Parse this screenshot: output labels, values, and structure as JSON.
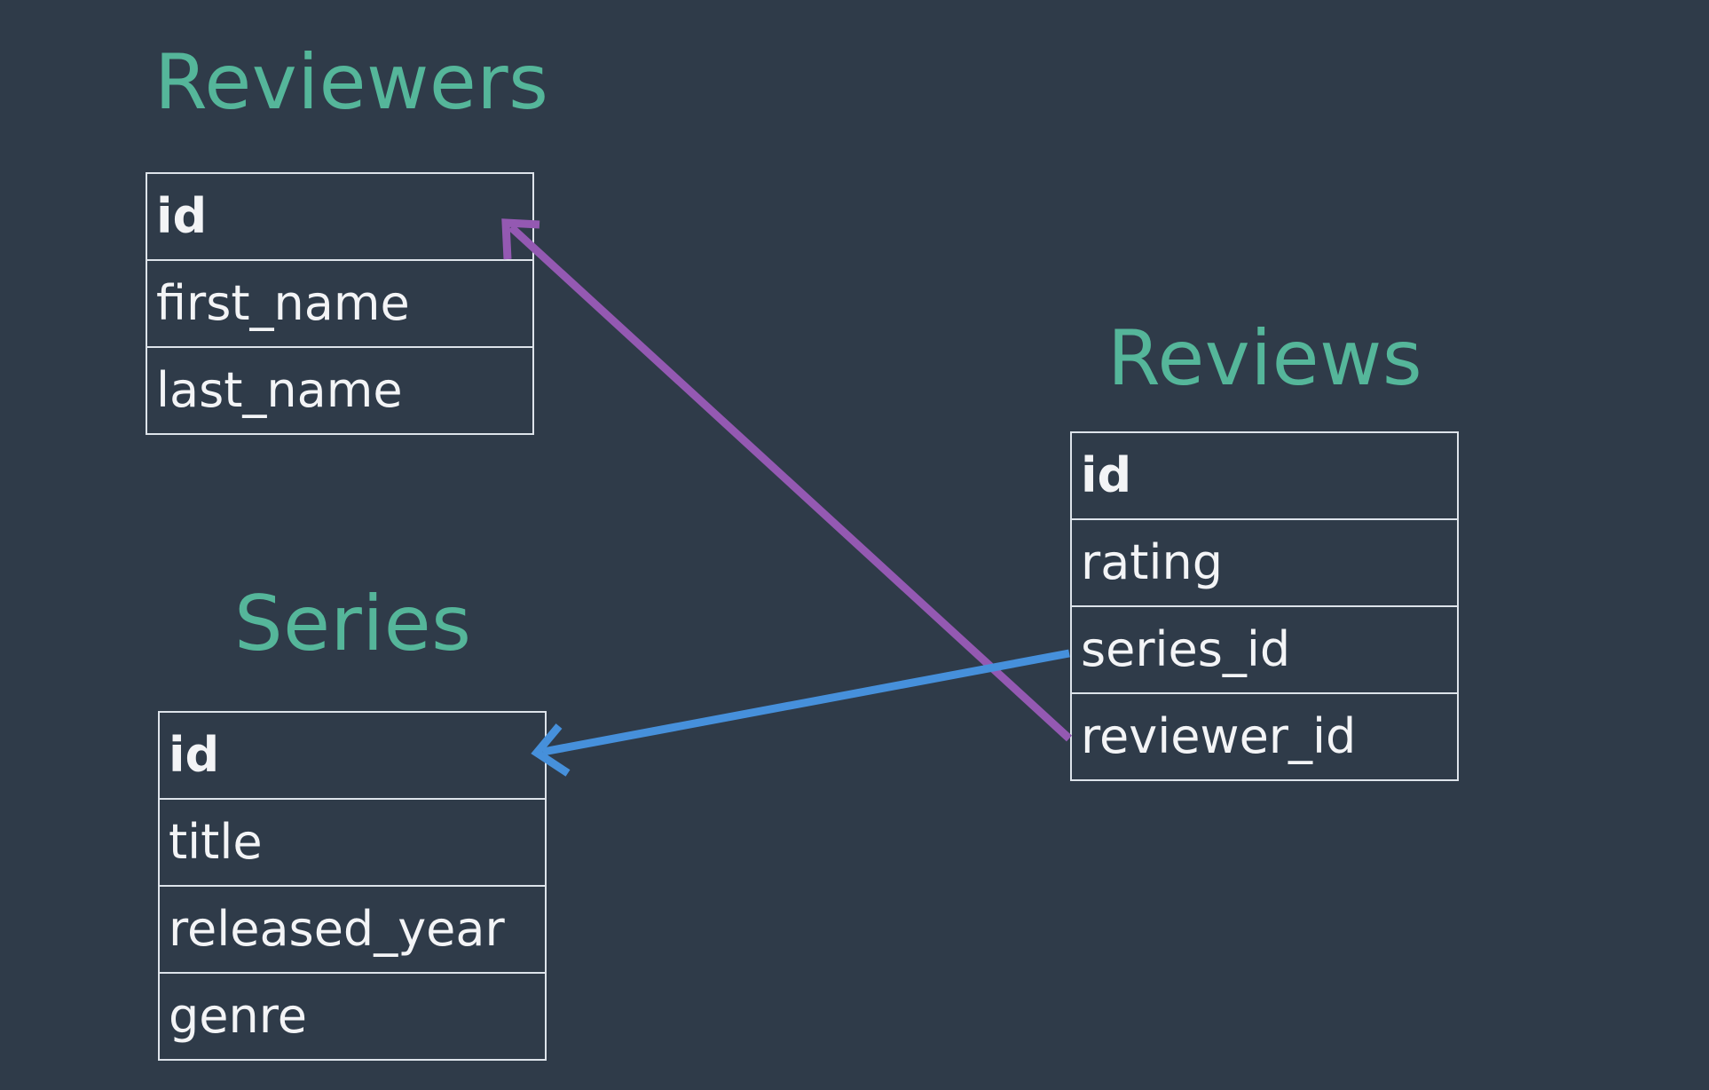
{
  "colors": {
    "background": "#2f3b49",
    "title": "#55b69a",
    "border": "#dde3ea",
    "text": "#f3f4f6",
    "relation_reviewer": "#9459b2",
    "relation_series": "#4690db"
  },
  "tables": {
    "reviewers": {
      "title": "Reviewers",
      "fields": [
        "id",
        "first_name",
        "last_name"
      ]
    },
    "series": {
      "title": "Series",
      "fields": [
        "id",
        "title",
        "released_year",
        "genre"
      ]
    },
    "reviews": {
      "title": "Reviews",
      "fields": [
        "id",
        "rating",
        "series_id",
        "reviewer_id"
      ]
    }
  },
  "relations": [
    {
      "from": "reviews.reviewer_id",
      "to": "reviewers.id",
      "color": "#9459b2"
    },
    {
      "from": "reviews.series_id",
      "to": "series.id",
      "color": "#4690db"
    }
  ]
}
